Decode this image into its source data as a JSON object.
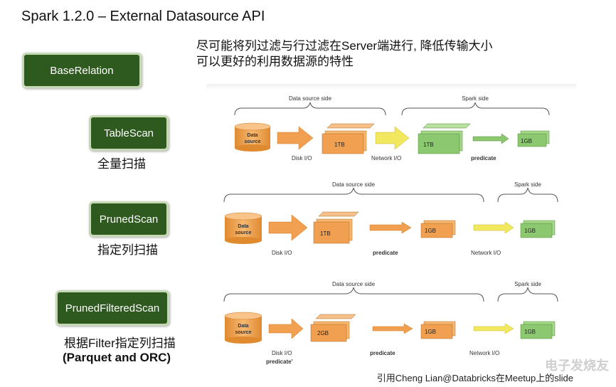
{
  "title": "Spark 1.2.0 – External Datasource API",
  "description": {
    "line1": "尽可能将列过滤与行过滤在Server端进行, 降低传输大小",
    "line2": "可以更好的利用数据源的特性"
  },
  "relations": {
    "base": {
      "label": "BaseRelation"
    },
    "table_scan": {
      "label": "TableScan",
      "caption": "全量扫描"
    },
    "pruned_scan": {
      "label": "PrunedScan",
      "caption": "指定列扫描"
    },
    "pruned_filtered_scan": {
      "label": "PrunedFilteredScan",
      "caption": "根据Filter指定列扫描",
      "caption2": "(Parquet and ORC)"
    }
  },
  "diagrams": {
    "row1": {
      "left_brace_label": "Data source side",
      "right_brace_label": "Spark side",
      "source_line1": "Data",
      "source_line2": "source",
      "stack1": "1TB",
      "stack2": "1TB",
      "stack3": "1GB",
      "label_disk": "Disk I/O",
      "label_network": "Network I/O",
      "label_predicate": "predicate"
    },
    "row2": {
      "left_brace_label": "Data source side",
      "right_brace_label": "Spark side",
      "source_line1": "Data",
      "source_line2": "source",
      "stack1": "1TB",
      "stack2": "1GB",
      "stack3": "1GB",
      "label_disk": "Disk I/O",
      "label_predicate": "predicate",
      "label_network": "Network I/O"
    },
    "row3": {
      "left_brace_label": "Data source side",
      "right_brace_label": "Spark side",
      "source_line1": "Data",
      "source_line2": "source",
      "stack1": "2GB",
      "stack2": "1GB",
      "stack3": "1GB",
      "label_disk": "Disk I/O",
      "label_predicate2": "predicate'",
      "label_predicate": "predicate",
      "label_network": "Network I/O"
    }
  },
  "footer": "引用Cheng Lian@Databricks在Meetup上的slide",
  "watermark": "电子发烧友",
  "colors": {
    "button_bg": "#2f5a1f",
    "orange": "#f0a050",
    "green": "#8cc870",
    "yellow": "#f2e860"
  }
}
